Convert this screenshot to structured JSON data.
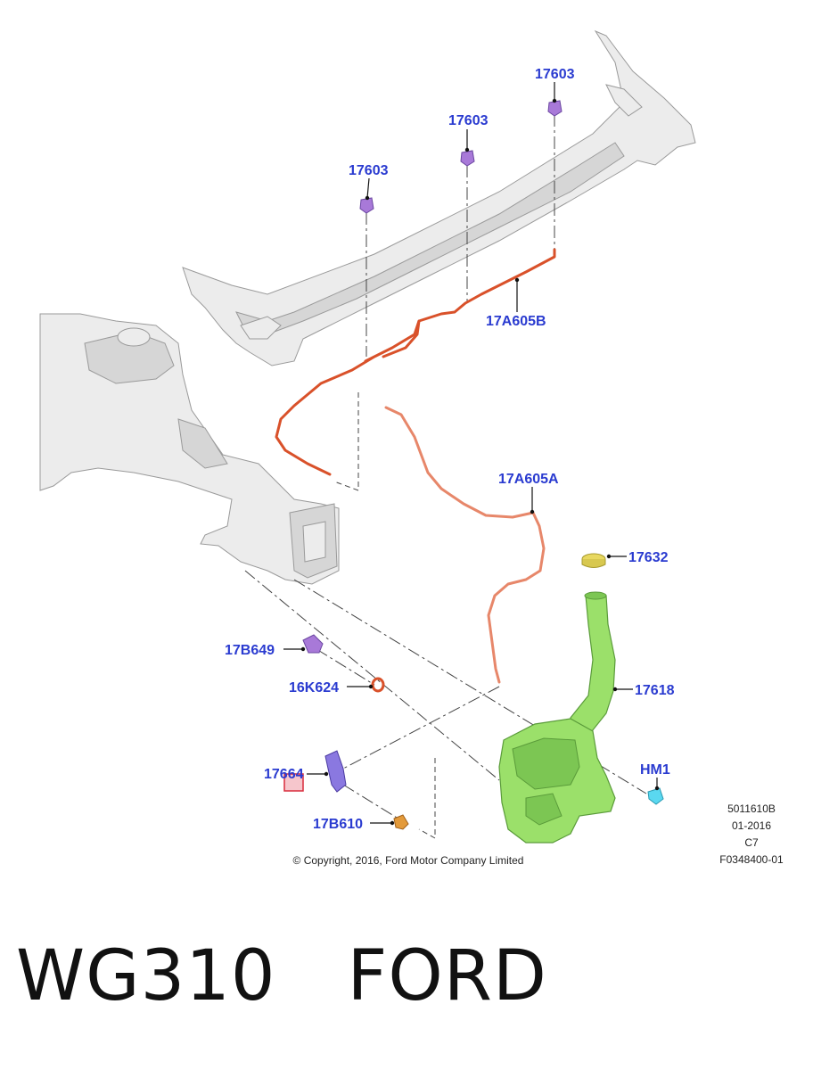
{
  "labels": {
    "nozzle_top_right": "17603",
    "nozzle_middle": "17603",
    "nozzle_left": "17603",
    "hose_upper": "17A605B",
    "hose_lower": "17A605A",
    "filler_cap": "17632",
    "filler_neck": "17618",
    "clip": "17B649",
    "grommet": "16K624",
    "pump": "17664",
    "pump_connector": "17B610",
    "fastener": "HM1"
  },
  "info_block": {
    "line1": "5011610B",
    "line2": "01-2016",
    "line3": "C7",
    "line4": "F0348400-01"
  },
  "copyright": "© Copyright, 2016, Ford Motor Company Limited",
  "caption": {
    "code": "WG310",
    "brand": "FORD"
  },
  "colors": {
    "callout_text": "#2a3bd0",
    "hose": "#d9512a",
    "tank": "#9be06a",
    "nozzle": "#a879d8",
    "cap": "#e8d860",
    "connector": "#e39a3a",
    "fastener": "#5ad8f0"
  }
}
